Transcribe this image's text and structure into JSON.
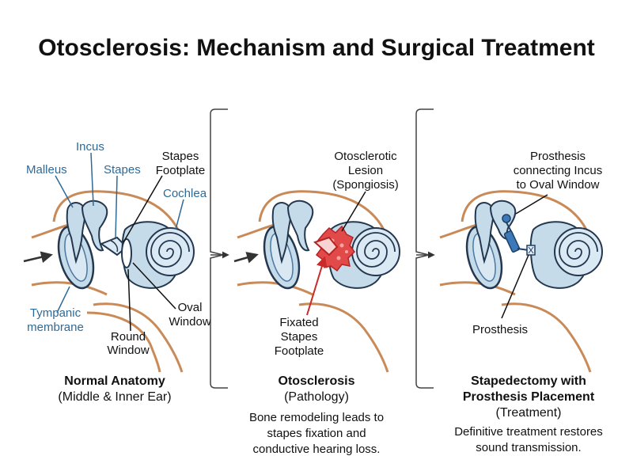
{
  "title": "Otosclerosis: Mechanism and Surgical Treatment",
  "panels": [
    {
      "heading": "Normal Anatomy",
      "subheading": "(Middle & Inner Ear)",
      "labels": {
        "incus": "Incus",
        "malleus": "Malleus",
        "stapes": "Stapes",
        "footplate_1": "Stapes",
        "footplate_2": "Footplate",
        "cochlea": "Cochlea",
        "tympanic_1": "Tympanic",
        "tympanic_2": "membrane",
        "round_1": "Round",
        "round_2": "Window",
        "oval_1": "Oval",
        "oval_2": "Window"
      }
    },
    {
      "heading": "Otosclerosis",
      "subheading": "(Pathology)",
      "description": [
        "Bone remodeling leads to",
        "stapes fixation and",
        "conductive hearing loss."
      ],
      "labels": {
        "lesion_1": "Otosclerotic",
        "lesion_2": "Lesion",
        "lesion_3": "(Spongiosis)",
        "fixated_1": "Fixated",
        "fixated_2": "Stapes",
        "fixated_3": "Footplate"
      }
    },
    {
      "heading_1": "Stapedectomy with",
      "heading_2": "Prosthesis Placement",
      "subheading": "(Treatment)",
      "description": [
        "Definitive treatment restores",
        "sound transmission."
      ],
      "labels": {
        "connect_1": "Prosthesis",
        "connect_2": "connecting Incus",
        "connect_3": "to Oval Window",
        "prosthesis": "Prosthesis"
      }
    }
  ],
  "colors": {
    "bone": "#c6dbea",
    "outline": "#23384f",
    "blue_label": "#2f6a96",
    "nerve": "#c98a57",
    "lesion": "#e23b3b",
    "arrow": "#333333"
  }
}
